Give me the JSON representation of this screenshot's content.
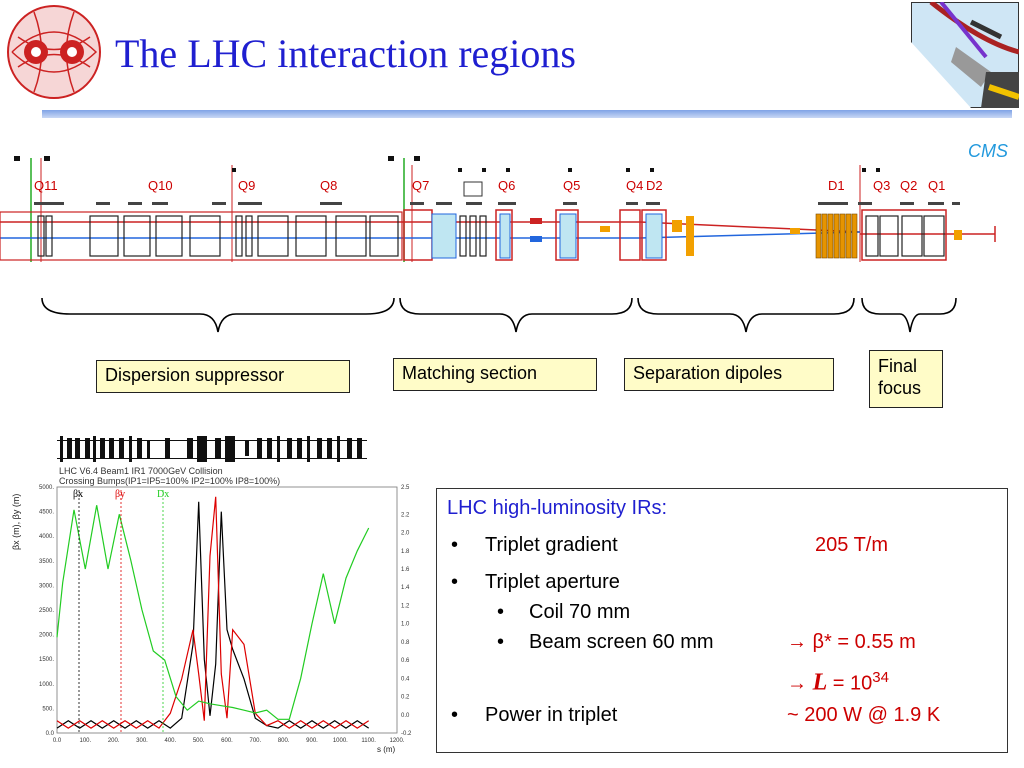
{
  "title": "The LHC interaction regions",
  "beamline": {
    "cms_label": "CMS",
    "quad_labels": [
      "Q11",
      "Q10",
      "Q9",
      "Q8",
      "Q7",
      "Q6",
      "Q5",
      "Q4",
      "D2",
      "D1",
      "Q3",
      "Q2",
      "Q1"
    ]
  },
  "sections": [
    {
      "label": "Dispersion suppressor"
    },
    {
      "label": "Matching section"
    },
    {
      "label": "Separation dipoles"
    },
    {
      "label": "Final\nfocus"
    }
  ],
  "sections_final_line1": "Final",
  "sections_final_line2": "focus",
  "plot": {
    "title_line1": "LHC V6.4 Beam1 IR1 7000GeV Collision",
    "title_line2": "Crossing Bumps(IP1=IP5=100% IP2=100% IP8=100%)",
    "ylabel": "βx (m), βy (m)",
    "xlabel": "s (m)",
    "series_labels": [
      "βx",
      "βy",
      "Dx"
    ],
    "colors": {
      "beta_x": "#000000",
      "beta_y": "#dd0000",
      "dispersion": "#22cc22"
    }
  },
  "chart_data": {
    "type": "line",
    "title": "LHC V6.4 Beam1 IR1 7000GeV Collision",
    "xlabel": "s (m)",
    "ylabel": "βx (m), βy (m)",
    "xlim": [
      0,
      1200
    ],
    "ylim": [
      0,
      5000
    ],
    "y2lim": [
      -0.2,
      2.5
    ],
    "x_ticks": [
      "0.0",
      "100.",
      "200.",
      "300.",
      "400.",
      "500.",
      "600.",
      "700.",
      "800.",
      "900.",
      "1000.",
      "1100.",
      "1200."
    ],
    "y_ticks": [
      "0.0",
      "500.",
      "1000.",
      "1500.",
      "2000.",
      "2500.",
      "3000.",
      "3500.",
      "4000.",
      "4500.",
      "5000."
    ],
    "y2_ticks": [
      "-0.2",
      "0.0",
      "0.2",
      "0.4",
      "0.6",
      "0.8",
      "1.0",
      "1.2",
      "1.4",
      "1.6",
      "1.8",
      "2.0",
      "2.2",
      "2.5"
    ],
    "series": [
      {
        "name": "βx",
        "x": [
          0,
          40,
          80,
          120,
          160,
          200,
          240,
          280,
          320,
          360,
          400,
          440,
          480,
          500,
          520,
          540,
          560,
          580,
          600,
          620,
          660,
          700,
          740,
          780,
          820,
          860,
          900,
          940,
          980,
          1020,
          1060,
          1100
        ],
        "y": [
          100,
          250,
          100,
          250,
          100,
          250,
          100,
          250,
          100,
          250,
          100,
          300,
          1800,
          4700,
          1500,
          350,
          1400,
          4500,
          2100,
          1700,
          1100,
          300,
          150,
          100,
          250,
          100,
          250,
          100,
          250,
          100,
          250,
          100
        ]
      },
      {
        "name": "βy",
        "x": [
          0,
          40,
          80,
          120,
          160,
          200,
          240,
          280,
          320,
          360,
          400,
          440,
          480,
          500,
          520,
          540,
          560,
          580,
          600,
          620,
          660,
          700,
          740,
          780,
          820,
          860,
          900,
          940,
          980,
          1020,
          1060,
          1100
        ],
        "y": [
          250,
          100,
          250,
          100,
          250,
          100,
          250,
          100,
          250,
          100,
          400,
          1100,
          2100,
          1200,
          250,
          3600,
          4800,
          1200,
          300,
          2100,
          1800,
          400,
          150,
          250,
          100,
          250,
          100,
          250,
          100,
          250,
          100,
          250
        ]
      },
      {
        "name": "Dx",
        "x": [
          0,
          20,
          60,
          100,
          140,
          180,
          220,
          260,
          300,
          340,
          380,
          420,
          460,
          500,
          540,
          580,
          620,
          660,
          700,
          740,
          780,
          820,
          860,
          900,
          940,
          980,
          1020,
          1060,
          1100
        ],
        "y": [
          0.85,
          1.45,
          2.25,
          1.6,
          2.3,
          1.6,
          2.2,
          1.7,
          1.15,
          0.7,
          0.6,
          0.2,
          0.05,
          0.15,
          0.12,
          0.1,
          0.08,
          0.05,
          0.02,
          0.05,
          -0.05,
          -0.05,
          0.4,
          1.0,
          1.55,
          1.0,
          1.5,
          1.8,
          2.05
        ]
      }
    ]
  },
  "info": {
    "heading": "LHC high-luminosity IRs:",
    "bullet": "•",
    "sub_bullet": "•",
    "items": [
      {
        "label": "Triplet gradient",
        "value": "205 T/m"
      },
      {
        "label": "Triplet aperture",
        "value": ""
      },
      {
        "label": "Coil 70 mm",
        "value": ""
      },
      {
        "label": "Beam screen 60 mm",
        "value": "→ β* = 0.55 m"
      },
      {
        "label": "",
        "value_prefix": "→",
        "value_L": "L",
        "value_eq": "= 10",
        "value_exp": "34"
      },
      {
        "label": "Power in triplet",
        "value": "~ 200 W @ 1.9 K"
      }
    ]
  }
}
